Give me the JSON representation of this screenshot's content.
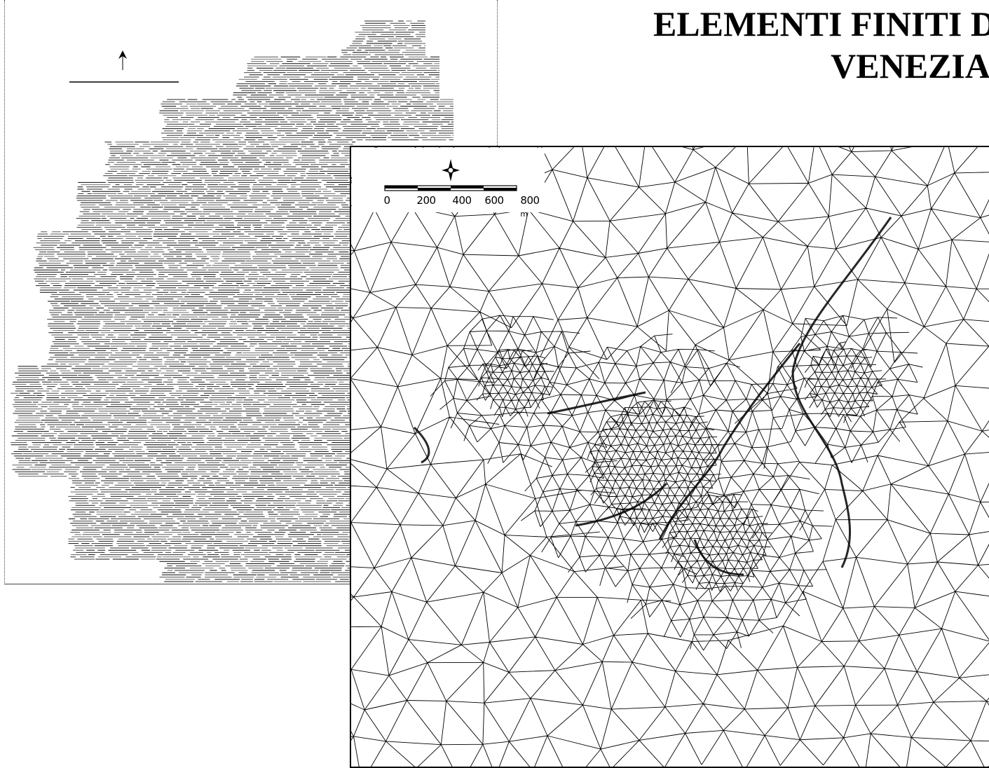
{
  "title": {
    "line1": "ELEMENTI FINITI DELL",
    "line2": "VENEZIA"
  },
  "overview_map": {
    "legend_labels": []
  },
  "mesh_map": {
    "scale_bar": {
      "ticks": [
        "0",
        "200",
        "400",
        "600",
        "800"
      ],
      "unit": "m"
    },
    "north_arrow_icon": "compass-rose-icon",
    "line_color": "#000000",
    "background_color": "#ffffff"
  }
}
